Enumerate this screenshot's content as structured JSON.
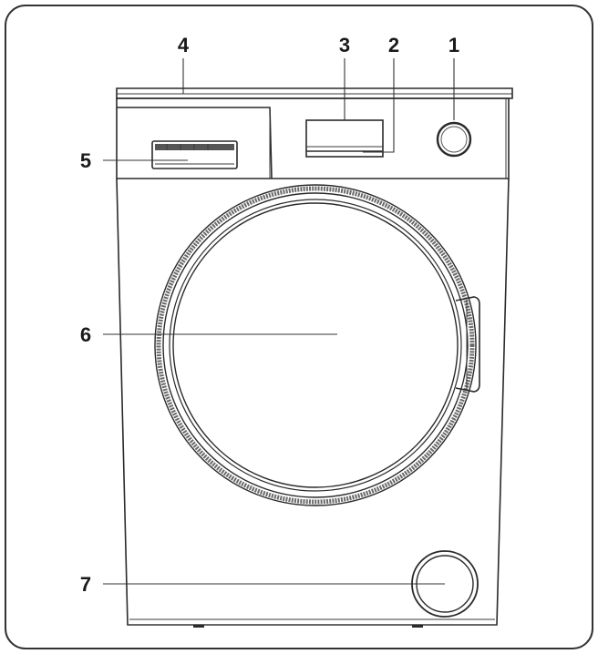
{
  "figure": {
    "frame_color": "#333333",
    "line_color": "#2a2a2a",
    "background": "#ffffff"
  },
  "callouts": {
    "c1": "1",
    "c2": "2",
    "c3": "3",
    "c4": "4",
    "c5": "5",
    "c6": "6",
    "c7": "7"
  },
  "icons": {
    "program-knob": "program-selector-knob-icon",
    "drawer": "detergent-drawer-icon",
    "door": "door-porthole-icon",
    "filter": "pump-filter-cover-icon"
  }
}
